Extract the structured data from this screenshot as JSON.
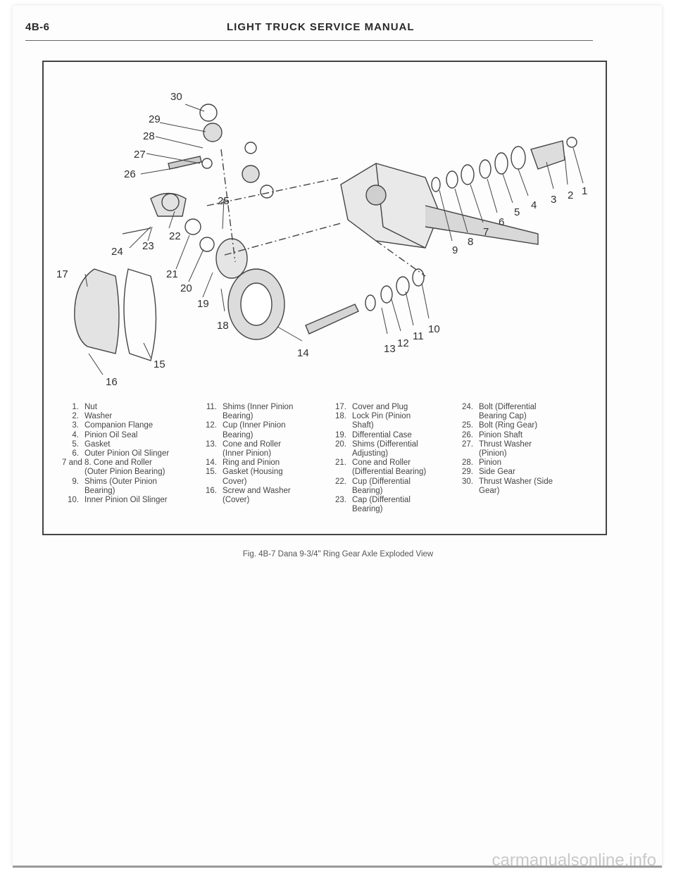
{
  "header": {
    "page_number": "4B-6",
    "title": "LIGHT TRUCK SERVICE MANUAL"
  },
  "callouts": [
    "1",
    "2",
    "3",
    "4",
    "5",
    "6",
    "7",
    "8",
    "9",
    "10",
    "11",
    "12",
    "13",
    "14",
    "15",
    "16",
    "17",
    "18",
    "19",
    "20",
    "21",
    "22",
    "23",
    "24",
    "25",
    "26",
    "27",
    "28",
    "29",
    "30"
  ],
  "legend": {
    "col1": [
      {
        "n": "1.",
        "t": "Nut"
      },
      {
        "n": "2.",
        "t": "Washer"
      },
      {
        "n": "3.",
        "t": "Companion Flange"
      },
      {
        "n": "4.",
        "t": "Pinion Oil Seal"
      },
      {
        "n": "5.",
        "t": "Gasket"
      },
      {
        "n": "6.",
        "t": "Outer Pinion Oil Slinger"
      },
      {
        "n": "",
        "t": "7 and 8. Cone and Roller"
      },
      {
        "n": "",
        "t": "(Outer Pinion Bearing)"
      },
      {
        "n": "9.",
        "t": "Shims (Outer Pinion"
      },
      {
        "n": "",
        "t": "Bearing)"
      },
      {
        "n": "10.",
        "t": "Inner Pinion Oil Slinger"
      }
    ],
    "col2": [
      {
        "n": "11.",
        "t": "Shims (Inner Pinion"
      },
      {
        "n": "",
        "t": "Bearing)"
      },
      {
        "n": "12.",
        "t": "Cup (Inner Pinion"
      },
      {
        "n": "",
        "t": "Bearing)"
      },
      {
        "n": "13.",
        "t": "Cone and Roller"
      },
      {
        "n": "",
        "t": "(Inner Pinion)"
      },
      {
        "n": "14.",
        "t": "Ring and Pinion"
      },
      {
        "n": "15.",
        "t": "Gasket (Housing"
      },
      {
        "n": "",
        "t": "Cover)"
      },
      {
        "n": "16.",
        "t": "Screw and Washer"
      },
      {
        "n": "",
        "t": "(Cover)"
      }
    ],
    "col3": [
      {
        "n": "17.",
        "t": "Cover and Plug"
      },
      {
        "n": "18.",
        "t": "Lock Pin (Pinion"
      },
      {
        "n": "",
        "t": "Shaft)"
      },
      {
        "n": "19.",
        "t": "Differential Case"
      },
      {
        "n": "20.",
        "t": "Shims (Differential"
      },
      {
        "n": "",
        "t": "Adjusting)"
      },
      {
        "n": "21.",
        "t": "Cone and Roller"
      },
      {
        "n": "",
        "t": "(Differential Bearing)"
      },
      {
        "n": "22.",
        "t": "Cup (Differential"
      },
      {
        "n": "",
        "t": "Bearing)"
      },
      {
        "n": "23.",
        "t": "Cap (Differential"
      },
      {
        "n": "",
        "t": "Bearing)"
      }
    ],
    "col4": [
      {
        "n": "24.",
        "t": "Bolt (Differential"
      },
      {
        "n": "",
        "t": "Bearing Cap)"
      },
      {
        "n": "25.",
        "t": "Bolt (Ring Gear)"
      },
      {
        "n": "26.",
        "t": "Pinion Shaft"
      },
      {
        "n": "27.",
        "t": "Thrust Washer"
      },
      {
        "n": "",
        "t": "(Pinion)"
      },
      {
        "n": "28.",
        "t": "Pinion"
      },
      {
        "n": "29.",
        "t": "Side Gear"
      },
      {
        "n": "30.",
        "t": "Thrust Washer (Side"
      },
      {
        "n": "",
        "t": "Gear)"
      }
    ]
  },
  "caption": "Fig. 4B-7 Dana 9-3/4\" Ring Gear Axle Exploded View",
  "watermark": "carmanualsonline.info"
}
